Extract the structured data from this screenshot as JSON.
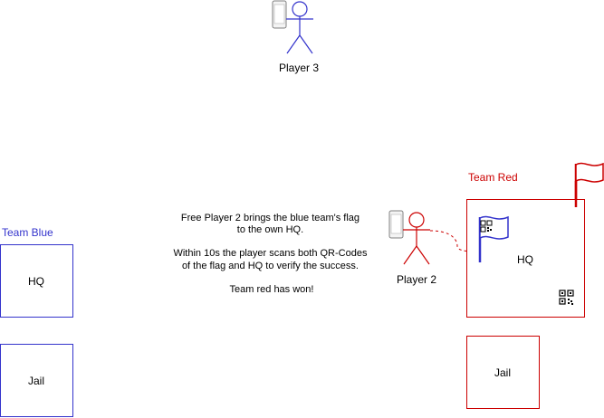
{
  "colors": {
    "team_blue": "#3333cc",
    "team_red": "#cc0000",
    "text": "#000000",
    "phone": "#808080"
  },
  "players": {
    "player3": {
      "label": "Player 3",
      "color": "#3333cc"
    },
    "player2": {
      "label": "Player 2",
      "color": "#cc0000"
    }
  },
  "teams": {
    "blue": {
      "label": "Team Blue",
      "hq_label": "HQ",
      "jail_label": "Jail"
    },
    "red": {
      "label": "Team Red",
      "hq_label": "HQ",
      "jail_label": "Jail"
    }
  },
  "description": {
    "lines": [
      "Free Player 2 brings the blue team's flag",
      "to the own HQ.",
      "",
      "Within 10s the player scans both QR-Codes",
      "of the flag and HQ to verify the success.",
      "",
      "Team red has won!"
    ]
  },
  "icons": {
    "phone": "smartphone-icon",
    "flag": "flag-icon",
    "qr": "qr-code-icon"
  }
}
